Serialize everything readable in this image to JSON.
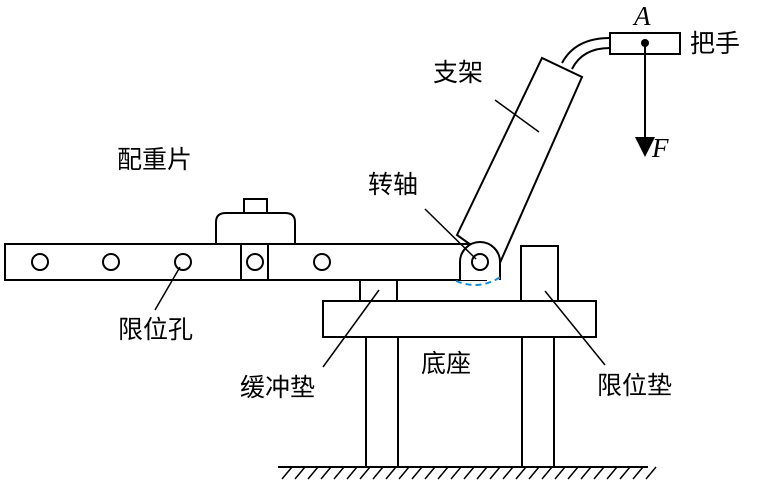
{
  "labels": {
    "point_a": "A",
    "handle": "把手",
    "bracket": "支架",
    "force": "F",
    "counterweight": "配重片",
    "pivot": "转轴",
    "limit_hole": "限位孔",
    "buffer_pad": "缓冲垫",
    "base": "底座",
    "limit_pad": "限位垫"
  },
  "colors": {
    "ink": "#000000",
    "dashed_arc": "#1a8fd6"
  }
}
